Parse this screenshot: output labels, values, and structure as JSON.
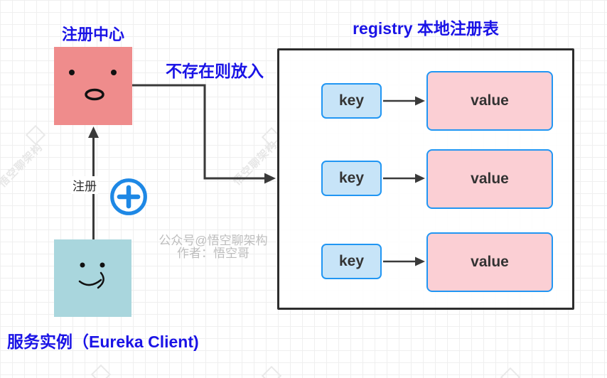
{
  "diagram": {
    "registry_center_label": "注册中心",
    "put_if_absent_label": "不存在则放入",
    "register_label": "注册",
    "service_instance_label": "服务实例（Eureka Client)",
    "registry_table": {
      "title": "registry 本地注册表",
      "rows": [
        {
          "key": "key",
          "value": "value"
        },
        {
          "key": "key",
          "value": "value"
        },
        {
          "key": "key",
          "value": "value"
        }
      ]
    }
  },
  "watermarks": {
    "center_line1": "公众号@悟空聊架构",
    "center_line2": "作者：悟空哥",
    "diagonal_text": "悟空聊架构"
  },
  "icons": {
    "plus_circle": "plus-circle-icon",
    "registry_center_face": "surprised-face-icon",
    "service_instance_face": "smirk-face-icon"
  },
  "colors": {
    "label_blue": "#1a13e6",
    "registry_center_fill": "#ef8c8c",
    "service_instance_fill": "#a9d6dd",
    "key_fill": "#c7e4f8",
    "value_fill": "#fbcfd4",
    "kv_border_blue": "#2196f3",
    "registry_box_border": "#2d2d2d",
    "connector": "#3a3a3a",
    "plus_blue": "#1e88e5",
    "credit_gray": "#bdbdbd"
  }
}
